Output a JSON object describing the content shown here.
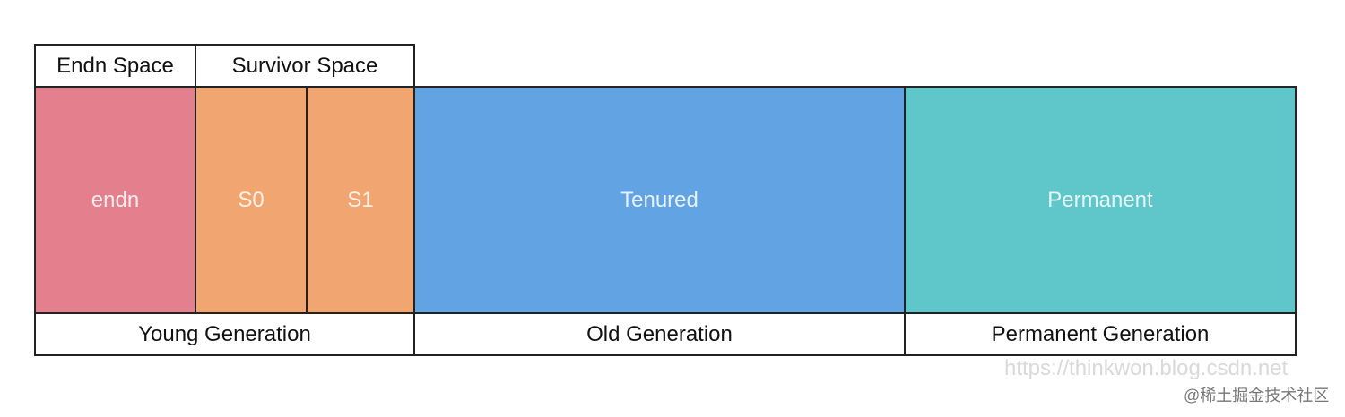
{
  "headers": {
    "eden_space": "Endn Space",
    "survivor_space": "Survivor Space"
  },
  "regions": {
    "eden": "endn",
    "s0": "S0",
    "s1": "S1",
    "tenured": "Tenured",
    "permanent": "Permanent"
  },
  "generations": {
    "young": "Young Generation",
    "old": "Old Generation",
    "permanent": "Permanent Generation"
  },
  "colors": {
    "eden": "#e47d8b",
    "survivor": "#f1a46f",
    "tenured": "#5fa2e3",
    "permanent": "#5cc6c9"
  },
  "watermarks": {
    "url": "https://thinkwon.blog.csdn.net",
    "community": "@稀土掘金技术社区"
  }
}
